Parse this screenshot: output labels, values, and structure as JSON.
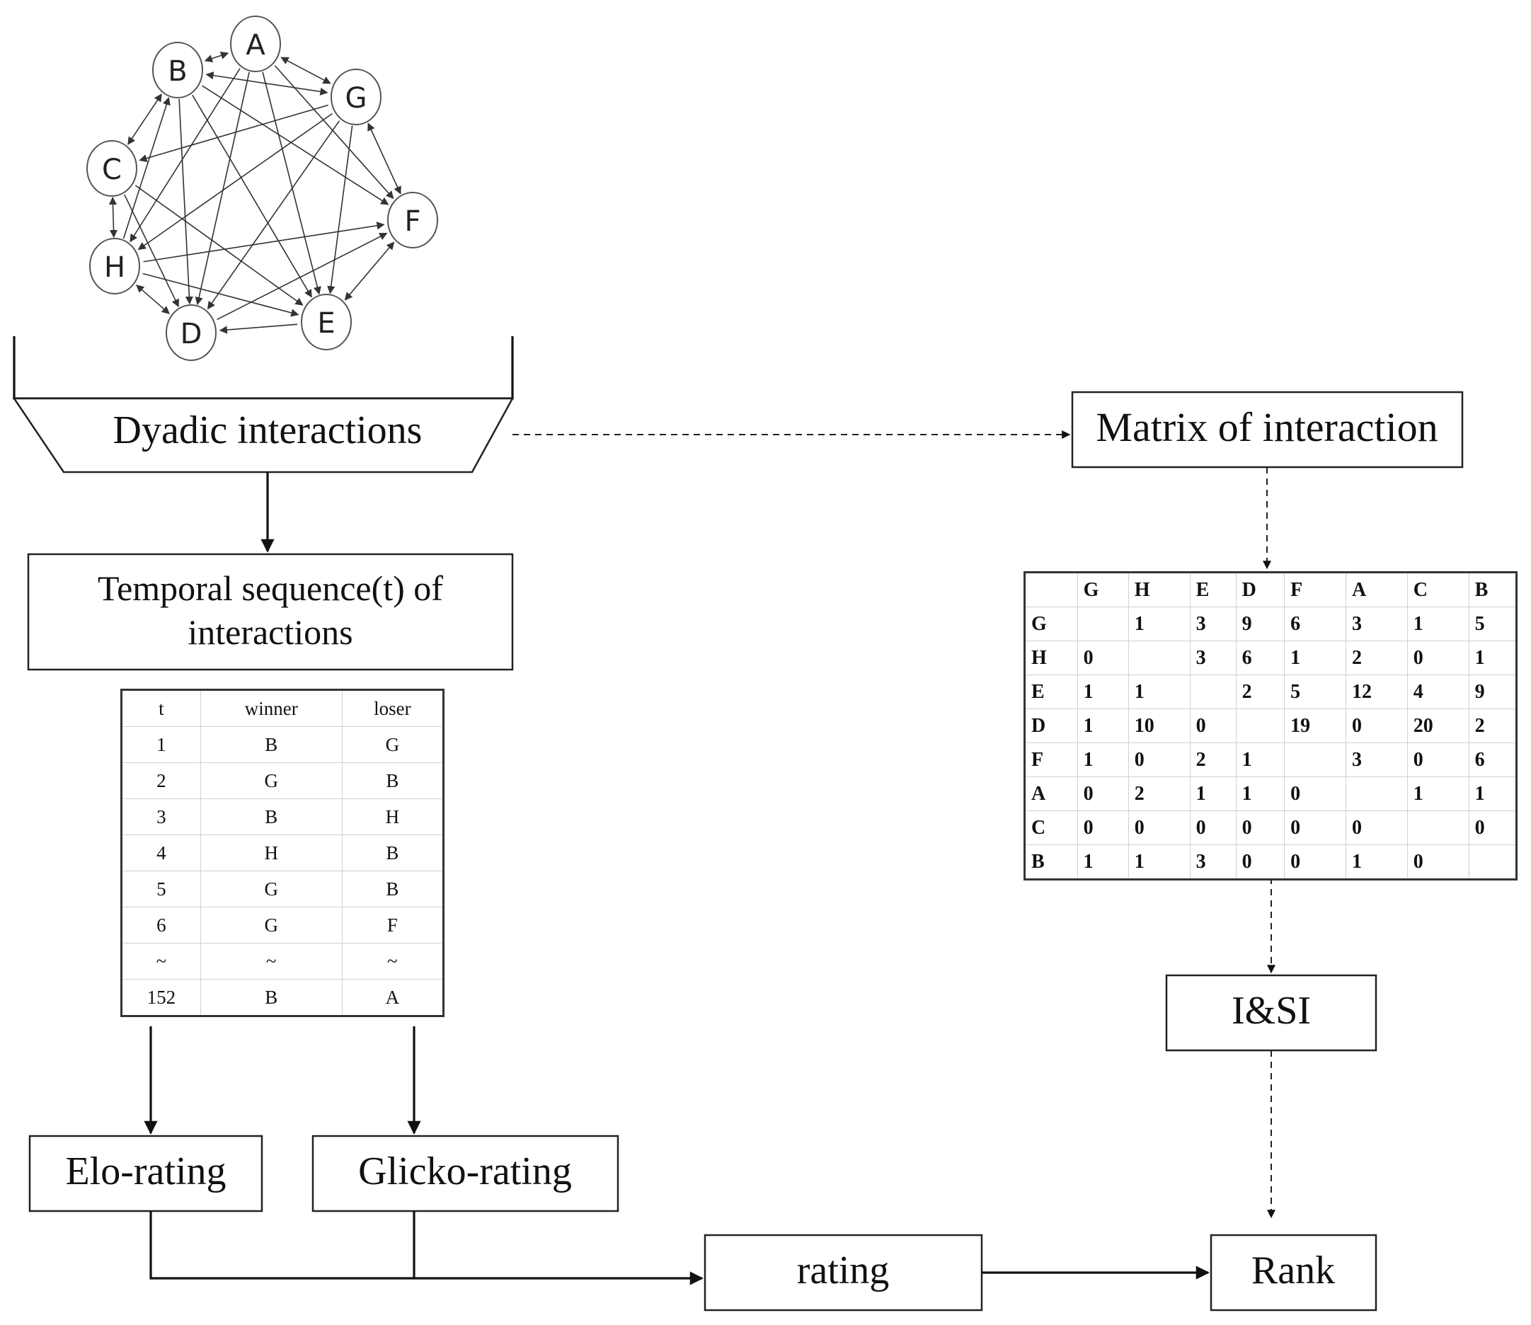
{
  "graph": {
    "nodes": [
      "A",
      "B",
      "G",
      "C",
      "F",
      "H",
      "E",
      "D"
    ]
  },
  "labels": {
    "dyadic": "Dyadic interactions",
    "matrix": "Matrix of interaction",
    "temporal_line1": "Temporal sequence(t) of",
    "temporal_line2": "interactions",
    "elo": "Elo-rating",
    "glicko": "Glicko-rating",
    "rating": "rating",
    "isi": "I&SI",
    "rank": "Rank"
  },
  "sequence_table": {
    "headers": [
      "t",
      "winner",
      "loser"
    ],
    "rows": [
      [
        "1",
        "B",
        "G"
      ],
      [
        "2",
        "G",
        "B"
      ],
      [
        "3",
        "B",
        "H"
      ],
      [
        "4",
        "H",
        "B"
      ],
      [
        "5",
        "G",
        "B"
      ],
      [
        "6",
        "G",
        "F"
      ],
      [
        "~",
        "~",
        "~"
      ],
      [
        "152",
        "B",
        "A"
      ]
    ]
  },
  "interaction_matrix": {
    "headers": [
      "",
      "G",
      "H",
      "E",
      "D",
      "F",
      "A",
      "C",
      "B"
    ],
    "rows": [
      [
        "G",
        "",
        "1",
        "3",
        "9",
        "6",
        "3",
        "1",
        "5"
      ],
      [
        "H",
        "0",
        "",
        "3",
        "6",
        "1",
        "2",
        "0",
        "1"
      ],
      [
        "E",
        "1",
        "1",
        "",
        "2",
        "5",
        "12",
        "4",
        "9"
      ],
      [
        "D",
        "1",
        "10",
        "0",
        "",
        "19",
        "0",
        "20",
        "2"
      ],
      [
        "F",
        "1",
        "0",
        "2",
        "1",
        "",
        "3",
        "0",
        "6"
      ],
      [
        "A",
        "0",
        "2",
        "1",
        "1",
        "0",
        "",
        "1",
        "1"
      ],
      [
        "C",
        "0",
        "0",
        "0",
        "0",
        "0",
        "0",
        "",
        "0"
      ],
      [
        "B",
        "1",
        "1",
        "3",
        "0",
        "0",
        "1",
        "0",
        ""
      ]
    ]
  }
}
